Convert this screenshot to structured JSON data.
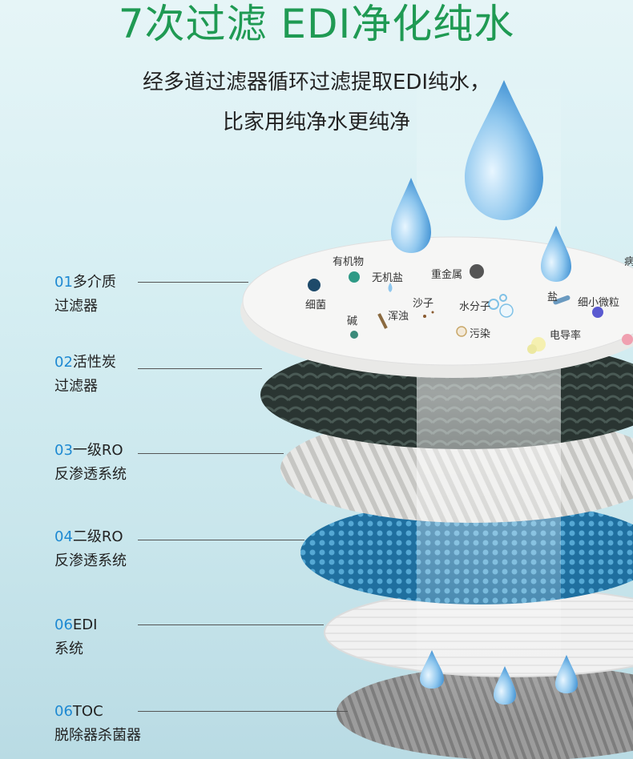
{
  "header": {
    "title": "7次过滤 EDI净化纯水",
    "subtitle_line1": "经多道过滤器循环过滤提取EDI纯水，",
    "subtitle_line2": "比家用纯净水更纯净"
  },
  "layers": [
    {
      "num": "01",
      "name": "多介质",
      "sub": "过滤器"
    },
    {
      "num": "02",
      "name": "活性炭",
      "sub": "过滤器"
    },
    {
      "num": "03",
      "name": "一级RO",
      "sub": "反渗透系统"
    },
    {
      "num": "04",
      "name": "二级RO",
      "sub": "反渗透系统"
    },
    {
      "num": "06",
      "name": "EDI",
      "sub": "系统"
    },
    {
      "num": "06",
      "name": "TOC",
      "sub": "脱除器杀菌器"
    }
  ],
  "contaminants": {
    "organic": "有机物",
    "inorganic_salt": "无机盐",
    "heavy_metal": "重金属",
    "bacteria": "细菌",
    "turbidity": "浑浊",
    "sand": "沙子",
    "water_molecule": "水分子",
    "salt": "盐",
    "fine_particles": "细小微粒",
    "alkali": "碱",
    "pollution": "污染",
    "conductivity": "电导率",
    "virus_partial": "病"
  },
  "colors": {
    "title_green": "#1f9a53",
    "number_blue": "#1e89d2",
    "carbon_dark": "#2e3b38",
    "ro2_blue": "#2f84b4"
  }
}
